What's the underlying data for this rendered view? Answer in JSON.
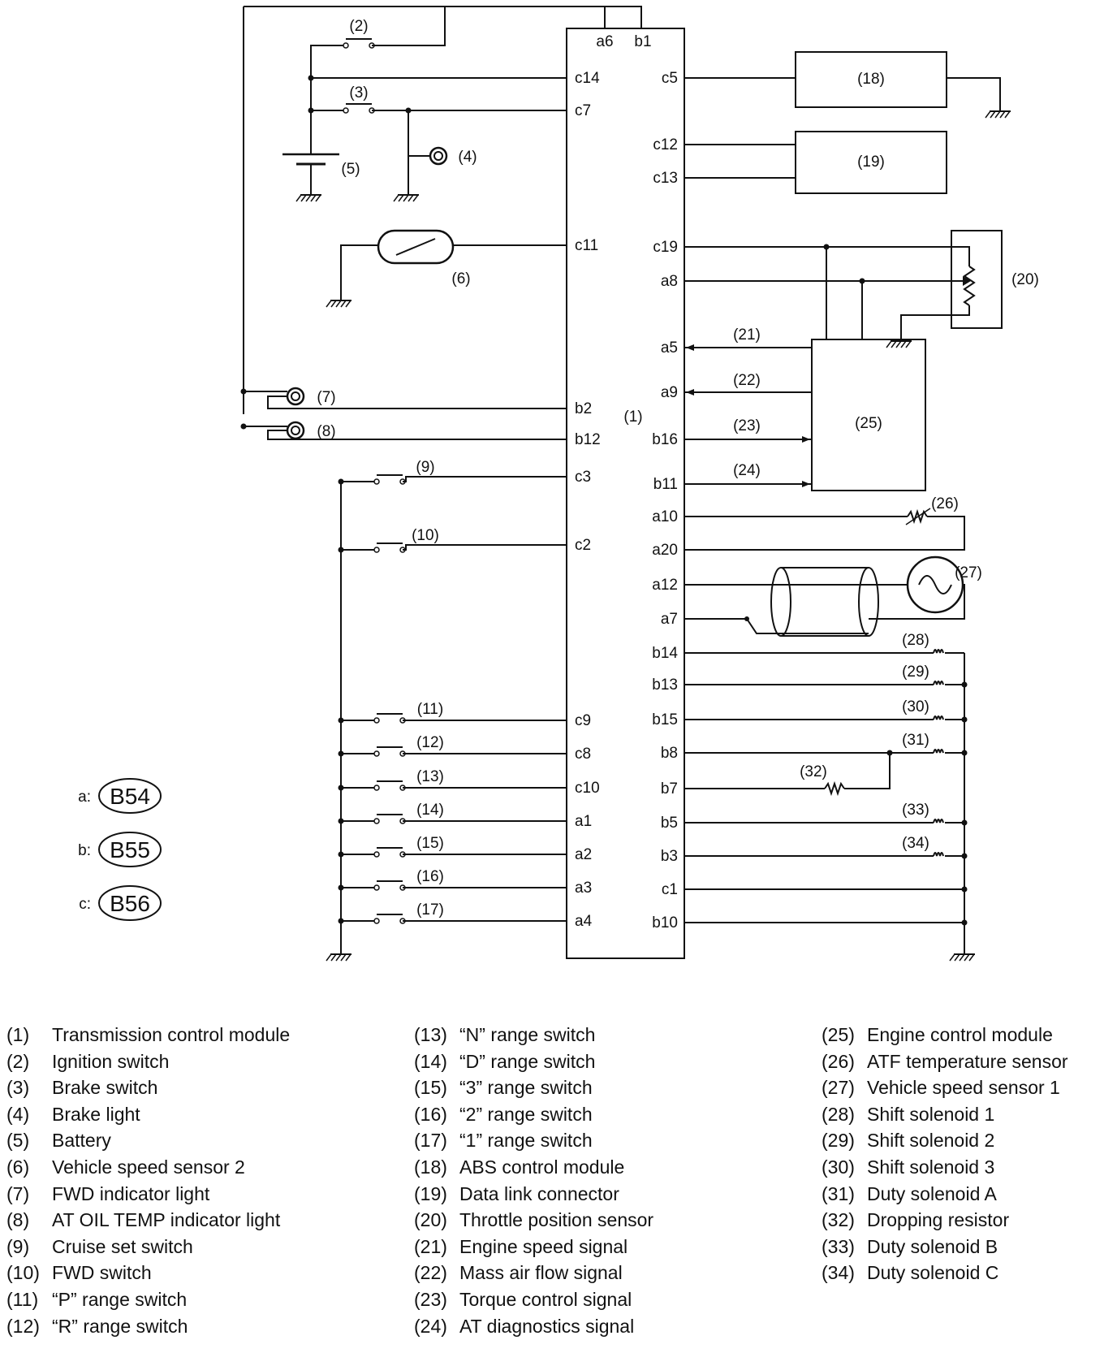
{
  "module": {
    "ref": "(1)",
    "left_pins": [
      "c14",
      "c7",
      "c11",
      "b2",
      "b12",
      "c3",
      "c2",
      "c9",
      "c8",
      "c10",
      "a1",
      "a2",
      "a3",
      "a4"
    ],
    "right_pins": [
      "c5",
      "c12",
      "c13",
      "c19",
      "a8",
      "a5",
      "a9",
      "b16",
      "b11",
      "a10",
      "a20",
      "a12",
      "a7",
      "b14",
      "b13",
      "b15",
      "b8",
      "b7",
      "b5",
      "b3",
      "c1",
      "b10"
    ],
    "top_pins": [
      "a6",
      "b1"
    ]
  },
  "refs": [
    "(2)",
    "(3)",
    "(4)",
    "(5)",
    "(6)",
    "(7)",
    "(8)",
    "(9)",
    "(10)",
    "(11)",
    "(12)",
    "(13)",
    "(14)",
    "(15)",
    "(16)",
    "(17)",
    "(18)",
    "(19)",
    "(20)",
    "(21)",
    "(22)",
    "(23)",
    "(24)",
    "(25)",
    "(26)",
    "(27)",
    "(28)",
    "(29)",
    "(30)",
    "(31)",
    "(32)",
    "(33)",
    "(34)"
  ],
  "connectors": [
    {
      "prefix": "a:",
      "name": "B54"
    },
    {
      "prefix": "b:",
      "name": "B55"
    },
    {
      "prefix": "c:",
      "name": "B56"
    }
  ],
  "legend": [
    [
      {
        "num": "(1)",
        "label": "Transmission control module"
      },
      {
        "num": "(2)",
        "label": "Ignition switch"
      },
      {
        "num": "(3)",
        "label": "Brake switch"
      },
      {
        "num": "(4)",
        "label": "Brake light"
      },
      {
        "num": "(5)",
        "label": "Battery"
      },
      {
        "num": "(6)",
        "label": "Vehicle speed sensor 2"
      },
      {
        "num": "(7)",
        "label": "FWD indicator light"
      },
      {
        "num": "(8)",
        "label": "AT OIL TEMP indicator light"
      },
      {
        "num": "(9)",
        "label": "Cruise set switch"
      },
      {
        "num": "(10)",
        "label": "FWD switch"
      },
      {
        "num": "(11)",
        "label": "“P” range switch"
      },
      {
        "num": "(12)",
        "label": "“R” range switch"
      }
    ],
    [
      {
        "num": "(13)",
        "label": "“N” range switch"
      },
      {
        "num": "(14)",
        "label": "“D” range switch"
      },
      {
        "num": "(15)",
        "label": "“3” range switch"
      },
      {
        "num": "(16)",
        "label": "“2” range switch"
      },
      {
        "num": "(17)",
        "label": "“1” range switch"
      },
      {
        "num": "(18)",
        "label": "ABS control module"
      },
      {
        "num": "(19)",
        "label": "Data link connector"
      },
      {
        "num": "(20)",
        "label": "Throttle position sensor"
      },
      {
        "num": "(21)",
        "label": "Engine speed signal"
      },
      {
        "num": "(22)",
        "label": "Mass air flow signal"
      },
      {
        "num": "(23)",
        "label": "Torque control signal"
      },
      {
        "num": "(24)",
        "label": "AT diagnostics signal"
      }
    ],
    [
      {
        "num": "(25)",
        "label": "Engine control module"
      },
      {
        "num": "(26)",
        "label": "ATF temperature sensor"
      },
      {
        "num": "(27)",
        "label": "Vehicle speed sensor 1"
      },
      {
        "num": "(28)",
        "label": "Shift solenoid 1"
      },
      {
        "num": "(29)",
        "label": "Shift solenoid 2"
      },
      {
        "num": "(30)",
        "label": "Shift solenoid 3"
      },
      {
        "num": "(31)",
        "label": "Duty solenoid A"
      },
      {
        "num": "(32)",
        "label": "Dropping resistor"
      },
      {
        "num": "(33)",
        "label": "Duty solenoid B"
      },
      {
        "num": "(34)",
        "label": "Duty solenoid C"
      }
    ]
  ]
}
